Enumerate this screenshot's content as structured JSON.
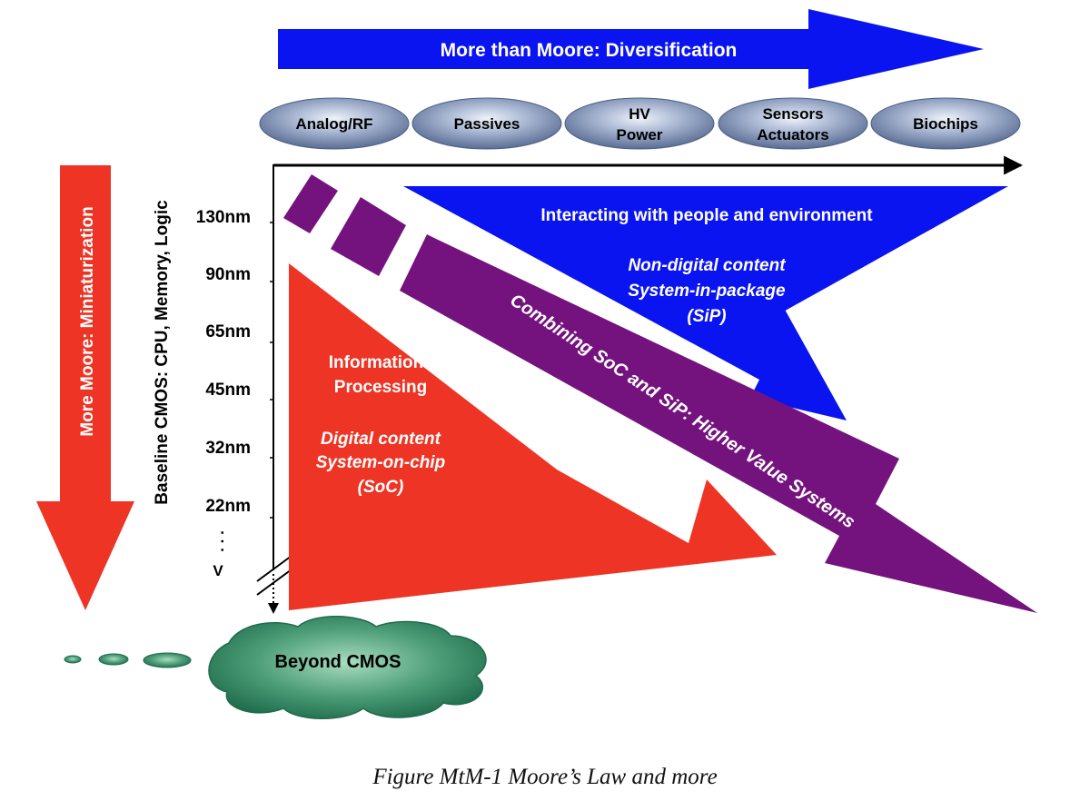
{
  "diagram": {
    "top_arrow_label": "More than Moore:  Diversification",
    "categories": [
      {
        "line1": "Analog/RF",
        "line2": ""
      },
      {
        "line1": "Passives",
        "line2": ""
      },
      {
        "line1": "HV",
        "line2": "Power"
      },
      {
        "line1": "Sensors",
        "line2": "Actuators"
      },
      {
        "line1": "Biochips",
        "line2": ""
      }
    ],
    "left_arrow_label": "More Moore:  Miniaturization",
    "axis_label": "Baseline CMOS:  CPU, Memory, Logic",
    "nodes": [
      "130nm",
      "90nm",
      "65nm",
      "45nm",
      "32nm",
      "22nm"
    ],
    "node_ellipsis": ". . .",
    "node_v": "V",
    "blue_region": {
      "title": "Interacting with people and environment",
      "line1": "Non-digital content",
      "line2": "System-in-package",
      "line3": "(SiP)"
    },
    "red_region": {
      "title1": "Information",
      "title2": "Processing",
      "line1": "Digital content",
      "line2": "System-on-chip",
      "line3": "(SoC)"
    },
    "purple_label": "Combining SoC and SiP:  Higher Value Systems",
    "cloud_label": "Beyond CMOS",
    "caption": "Figure MtM-1   Moore’s Law and more"
  },
  "colors": {
    "blue": "#0a14f0",
    "red": "#ee3424",
    "purple": "#74137e",
    "oval": "#6d7fa6",
    "cloud": "#2f8a63"
  }
}
